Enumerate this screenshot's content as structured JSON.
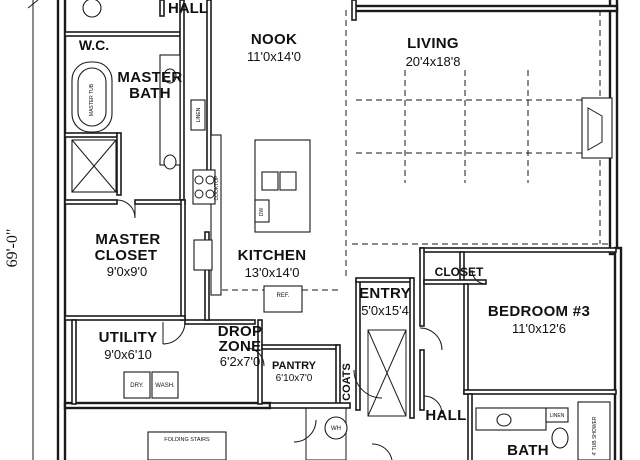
{
  "overall_dimension": "69'-0\"",
  "rooms": {
    "hall_top": "HALL",
    "wc": "W.C.",
    "master_bath": [
      "MASTER",
      "BATH"
    ],
    "nook": {
      "name": "NOOK",
      "dim": "11'0x14'0"
    },
    "living": {
      "name": "LIVING",
      "dim": "20'4x18'8"
    },
    "master_closet": {
      "name": [
        "MASTER",
        "CLOSET"
      ],
      "dim": "9'0x9'0"
    },
    "kitchen": {
      "name": "KITCHEN",
      "dim": "13'0x14'0"
    },
    "closet": "CLOSET",
    "entry": {
      "name": "ENTRY",
      "dim": "5'0x15'4"
    },
    "bedroom3": {
      "name": "BEDROOM #3",
      "dim": "11'0x12'6"
    },
    "utility": {
      "name": "UTILITY",
      "dim": "9'0x6'10"
    },
    "drop_zone": {
      "name": [
        "DROP",
        "ZONE"
      ],
      "dim": "6'2x7'0"
    },
    "pantry": {
      "name": "PANTRY",
      "dim": "6'10x7'0"
    },
    "coats": "COATS",
    "hall_lower": "HALL",
    "bath": "BATH"
  },
  "fixture_labels": {
    "dry": "DRY.",
    "wash": "WASH.",
    "ref": "REF.",
    "folding_stairs": "FOLDING STAIRS",
    "linen1": "LINEN",
    "linen2": "LINEN",
    "wh": "WH",
    "cooktop": "COOKTOP",
    "dw": "DW",
    "shower": "4' TUB SHOWER",
    "tub": "MASTER TUB"
  }
}
